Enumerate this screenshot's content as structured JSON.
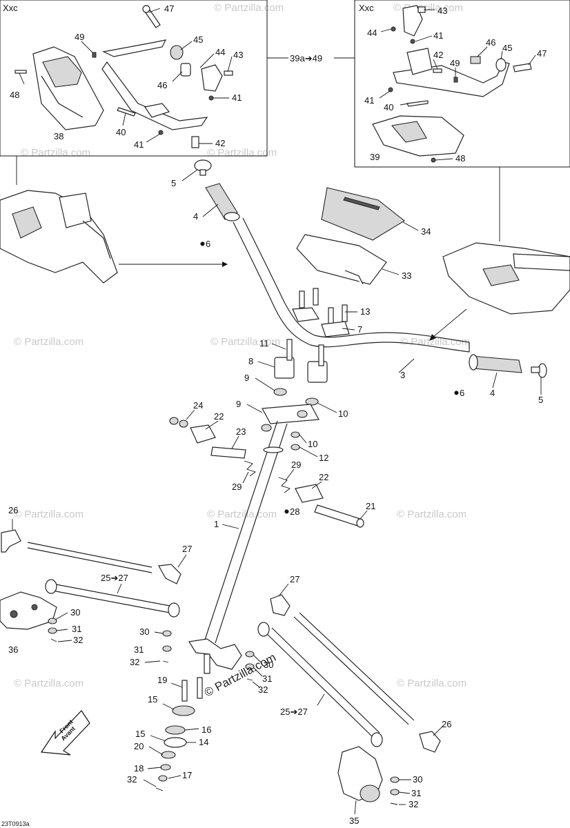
{
  "panels": {
    "left_label": "Xxc",
    "right_label": "Xxc",
    "range_label": "39a➔49"
  },
  "front_arrow": {
    "line1": "Front",
    "line2": "Avant"
  },
  "drawing_code": "23T0913a",
  "watermark": "© Partzilla.com",
  "watermark_center": "© Partzilla.com",
  "part_labels": {
    "l47": "47",
    "l49a": "49",
    "l45a": "45",
    "l44a": "44",
    "l43a": "43",
    "l48a": "48",
    "l46a": "46",
    "l41a": "41",
    "l40a": "40",
    "l41b": "41",
    "l42a": "42",
    "l38": "38",
    "r43": "43",
    "r44": "44",
    "r41a": "41",
    "r46": "46",
    "r45": "45",
    "r47": "47",
    "r42": "42",
    "r49": "49",
    "r41b": "41",
    "r40": "40",
    "r39": "39",
    "r48": "48",
    "l5a": "5",
    "l4a": "4",
    "l6a": "6",
    "l34": "34",
    "l33": "33",
    "l13": "13",
    "l7": "7",
    "l11": "11",
    "l8": "8",
    "l9a": "9",
    "l3": "3",
    "l6b": "6",
    "l4b": "4",
    "l5b": "5",
    "l24": "24",
    "l22a": "22",
    "l9b": "9",
    "l10a": "10",
    "l23": "23",
    "l10b": "10",
    "l12": "12",
    "l29a": "29",
    "l29b": "29",
    "l22b": "22",
    "l28": "28",
    "l21": "21",
    "l1": "1",
    "l26a": "26",
    "l27a": "27",
    "l25a": "25➔27",
    "l30a": "30",
    "l31a": "31",
    "l32a": "32",
    "l36": "36",
    "l30b": "30",
    "l31b": "31",
    "l32b": "32",
    "l27b": "27",
    "l30c": "30",
    "l31c": "31",
    "l32c": "32",
    "l19": "19",
    "l15a": "15",
    "l16": "16",
    "l14": "14",
    "l15b": "15",
    "l20": "20",
    "l18": "18",
    "l17": "17",
    "l32d": "32",
    "l25b": "25➔27",
    "l26b": "26",
    "l30d": "30",
    "l31d": "31",
    "l32e": "32",
    "l35": "35"
  }
}
